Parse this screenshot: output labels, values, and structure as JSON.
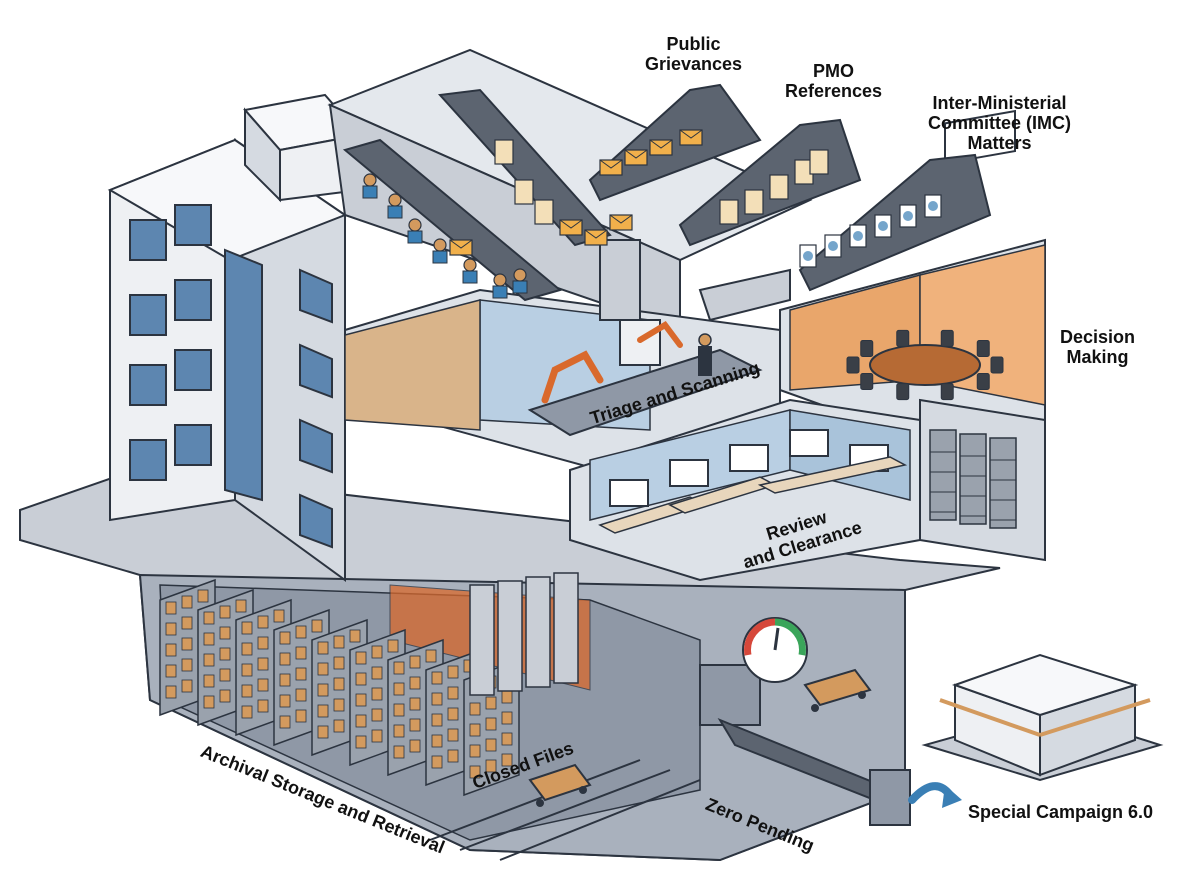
{
  "labels": {
    "public_grievances": [
      "Public",
      "Grievances"
    ],
    "pmo_references": [
      "PMO",
      "References"
    ],
    "imc_matters": [
      "Inter-Ministerial",
      "Committee (IMC)",
      "Matters"
    ],
    "decision_making": [
      "Decision",
      "Making"
    ],
    "triage_scanning": "Triage and Scanning",
    "review_clearance": [
      "Review",
      "and Clearance"
    ],
    "archival_storage": "Archival Storage and Retrieval",
    "closed_files": "Closed Files",
    "zero_pending": "Zero Pending",
    "special_campaign": "Special Campaign 6.0"
  },
  "colors": {
    "outline": "#2c3440",
    "wall_light": "#eef0f3",
    "wall_mid": "#c9ced6",
    "wall_dark": "#8f98a6",
    "floor": "#dde2e8",
    "room_blue": "#b9cfe3",
    "room_orange": "#e9a66b",
    "room_tan": "#d9b48a",
    "glass": "#5d86b0",
    "cabinet": "#9aa2ad",
    "box": "#d39a5e",
    "envelope": "#f1b04b",
    "gauge_green": "#3aa55a",
    "gauge_red": "#d6483b",
    "robot_arm": "#d9692c"
  },
  "icons": [
    "envelope-icon",
    "person-icon",
    "document-icon",
    "gauge-icon",
    "arrow-icon",
    "robot-arm-icon"
  ]
}
